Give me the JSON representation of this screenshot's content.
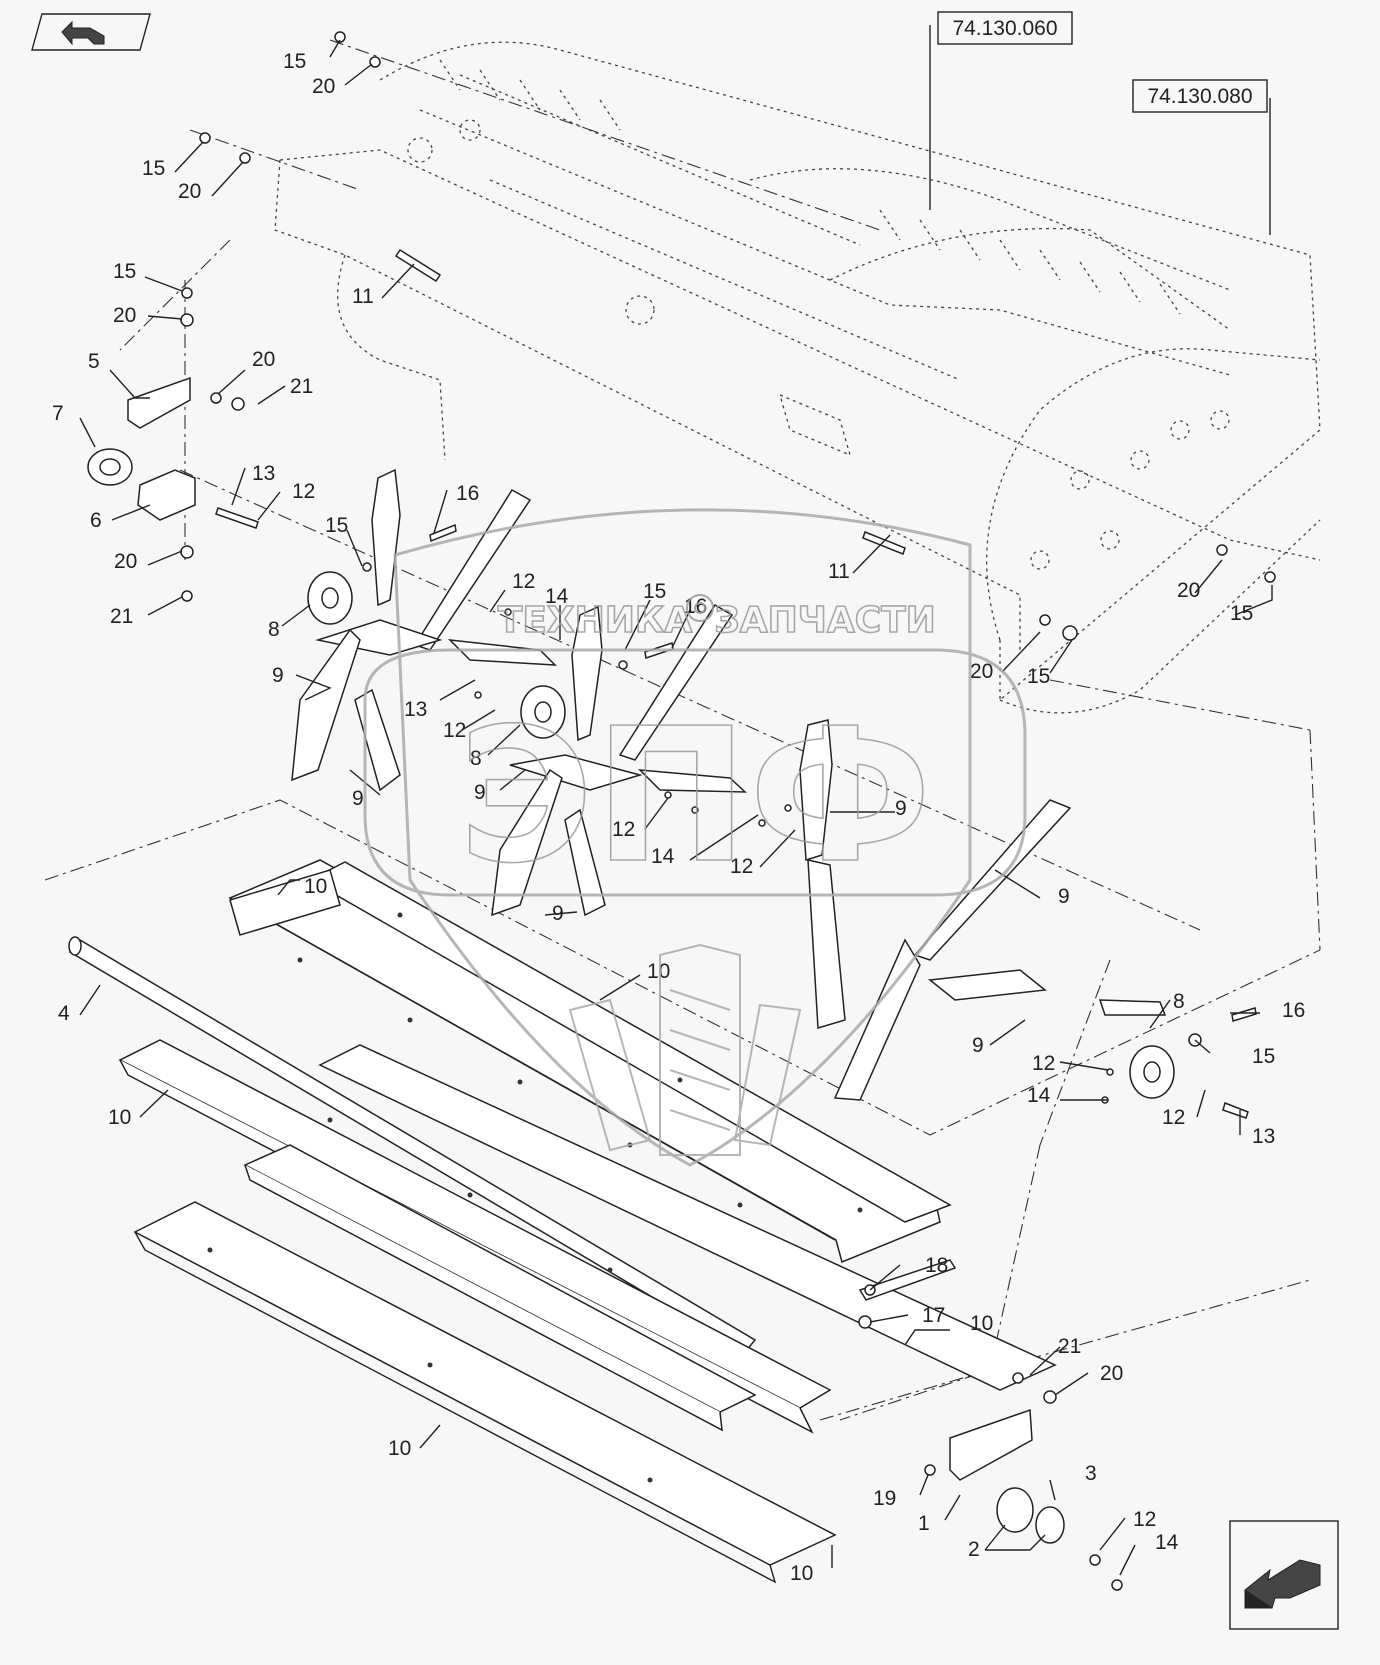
{
  "navigation": {
    "top_left_icon": "arrow-turn-icon",
    "bottom_right_icon": "arrow-down-left-icon"
  },
  "references": [
    {
      "id": "ref-1",
      "text": "74.130.060"
    },
    {
      "id": "ref-2",
      "text": "74.130.080"
    }
  ],
  "watermark": {
    "line1": "ТЕХНИКА",
    "line2": "ЗАПЧАСТИ",
    "logo": "ЭПФ"
  },
  "callouts": [
    "15",
    "20",
    "15",
    "20",
    "15",
    "20",
    "5",
    "20",
    "21",
    "7",
    "6",
    "13",
    "12",
    "20",
    "21",
    "11",
    "16",
    "15",
    "8",
    "9",
    "12",
    "14",
    "15",
    "16",
    "11",
    "20",
    "15",
    "20",
    "15",
    "13",
    "12",
    "8",
    "9",
    "9",
    "9",
    "12",
    "14",
    "12",
    "9",
    "10",
    "9",
    "10",
    "4",
    "9",
    "8",
    "16",
    "15",
    "12",
    "14",
    "12",
    "13",
    "10",
    "18",
    "17",
    "10",
    "21",
    "20",
    "19",
    "1",
    "3",
    "2",
    "12",
    "14",
    "10",
    "10"
  ]
}
